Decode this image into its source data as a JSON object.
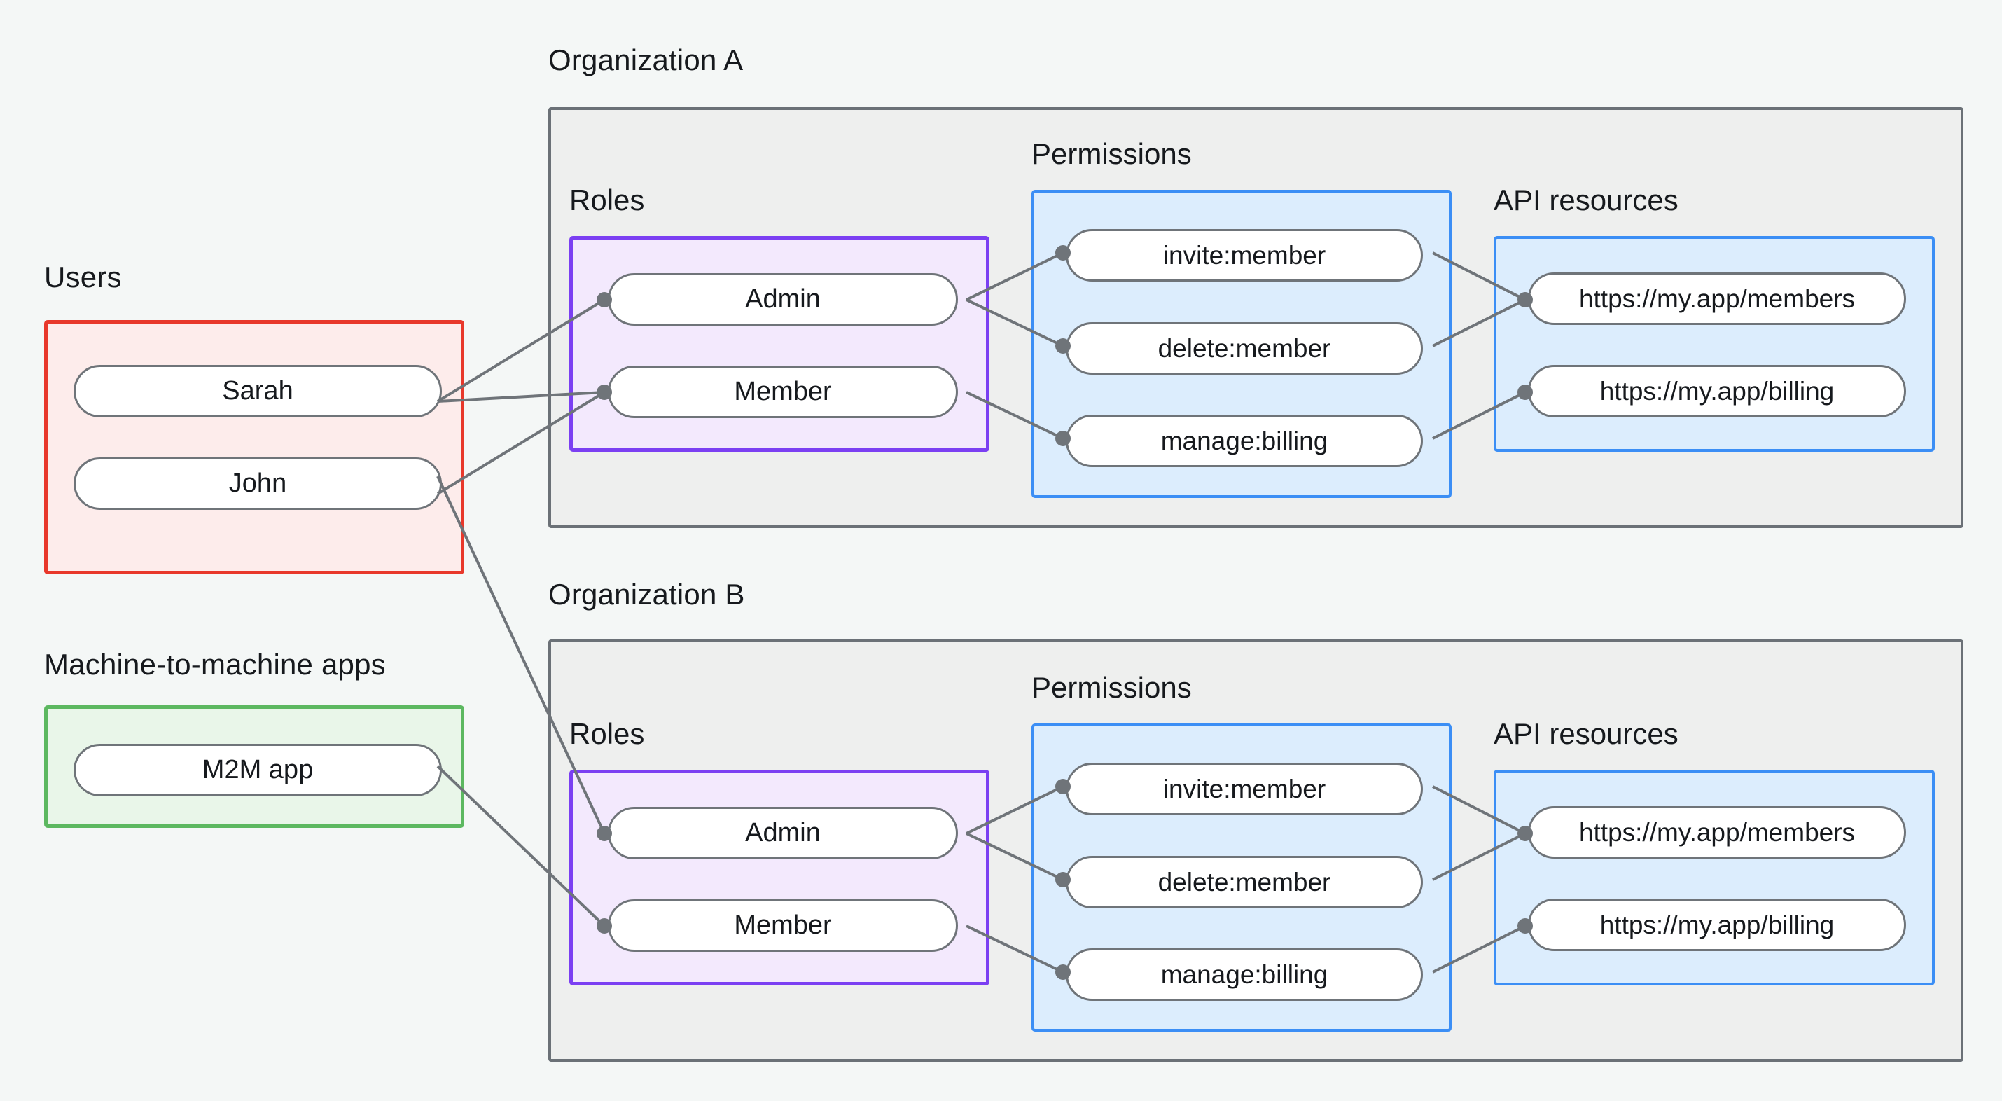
{
  "diagram": {
    "title": "Organization roles, permissions and API resources mapping",
    "background_color": "#f4f7f6"
  },
  "groups": {
    "users": {
      "label": "Users",
      "border_color": "#e8382b",
      "fill_color": "#fdeceb",
      "items": [
        {
          "label": "Sarah"
        },
        {
          "label": "John"
        }
      ]
    },
    "m2m": {
      "label": "Machine-to-machine apps",
      "border_color": "#5cb860",
      "fill_color": "#e9f6e9",
      "items": [
        {
          "label": "M2M app"
        }
      ]
    }
  },
  "organizations": [
    {
      "label": "Organization A",
      "sections": {
        "roles": {
          "label": "Roles",
          "border_color": "#7b3ff2",
          "fill_color": "#f3e9fd",
          "items": [
            {
              "label": "Admin"
            },
            {
              "label": "Member"
            }
          ]
        },
        "permissions": {
          "label": "Permissions",
          "border_color": "#3b8ef5",
          "fill_color": "#dcedfd",
          "items": [
            {
              "label": "invite:member"
            },
            {
              "label": "delete:member"
            },
            {
              "label": "manage:billing"
            }
          ]
        },
        "api_resources": {
          "label": "API resources",
          "border_color": "#3b8ef5",
          "fill_color": "#dcedfd",
          "items": [
            {
              "label": "https://my.app/members"
            },
            {
              "label": "https://my.app/billing"
            }
          ]
        }
      }
    },
    {
      "label": "Organization B",
      "sections": {
        "roles": {
          "label": "Roles",
          "border_color": "#7b3ff2",
          "fill_color": "#f3e9fd",
          "items": [
            {
              "label": "Admin"
            },
            {
              "label": "Member"
            }
          ]
        },
        "permissions": {
          "label": "Permissions",
          "border_color": "#3b8ef5",
          "fill_color": "#dcedfd",
          "items": [
            {
              "label": "invite:member"
            },
            {
              "label": "delete:member"
            },
            {
              "label": "manage:billing"
            }
          ]
        },
        "api_resources": {
          "label": "API resources",
          "border_color": "#3b8ef5",
          "fill_color": "#dcedfd",
          "items": [
            {
              "label": "https://my.app/members"
            },
            {
              "label": "https://my.app/billing"
            }
          ]
        }
      }
    }
  ],
  "connections": {
    "line_color": "#6f7479",
    "endpoint_dot_color": "#6f7479",
    "edges": [
      {
        "from": "Sarah",
        "to": "Organization A / Admin"
      },
      {
        "from": "Sarah",
        "to": "Organization A / Member"
      },
      {
        "from": "John",
        "to": "Organization A / Member"
      },
      {
        "from": "John",
        "to": "Organization B / Admin"
      },
      {
        "from": "M2M app",
        "to": "Organization B / Member"
      },
      {
        "from": "Organization A / Admin",
        "to": "Organization A / invite:member"
      },
      {
        "from": "Organization A / Admin",
        "to": "Organization A / delete:member"
      },
      {
        "from": "Organization A / Member",
        "to": "Organization A / manage:billing"
      },
      {
        "from": "Organization A / invite:member",
        "to": "Organization A / https://my.app/members"
      },
      {
        "from": "Organization A / delete:member",
        "to": "Organization A / https://my.app/members"
      },
      {
        "from": "Organization A / manage:billing",
        "to": "Organization A / https://my.app/billing"
      },
      {
        "from": "Organization B / Admin",
        "to": "Organization B / invite:member"
      },
      {
        "from": "Organization B / Admin",
        "to": "Organization B / delete:member"
      },
      {
        "from": "Organization B / Member",
        "to": "Organization B / manage:billing"
      },
      {
        "from": "Organization B / invite:member",
        "to": "Organization B / https://my.app/members"
      },
      {
        "from": "Organization B / delete:member",
        "to": "Organization B / https://my.app/members"
      },
      {
        "from": "Organization B / manage:billing",
        "to": "Organization B / https://my.app/billing"
      }
    ]
  }
}
